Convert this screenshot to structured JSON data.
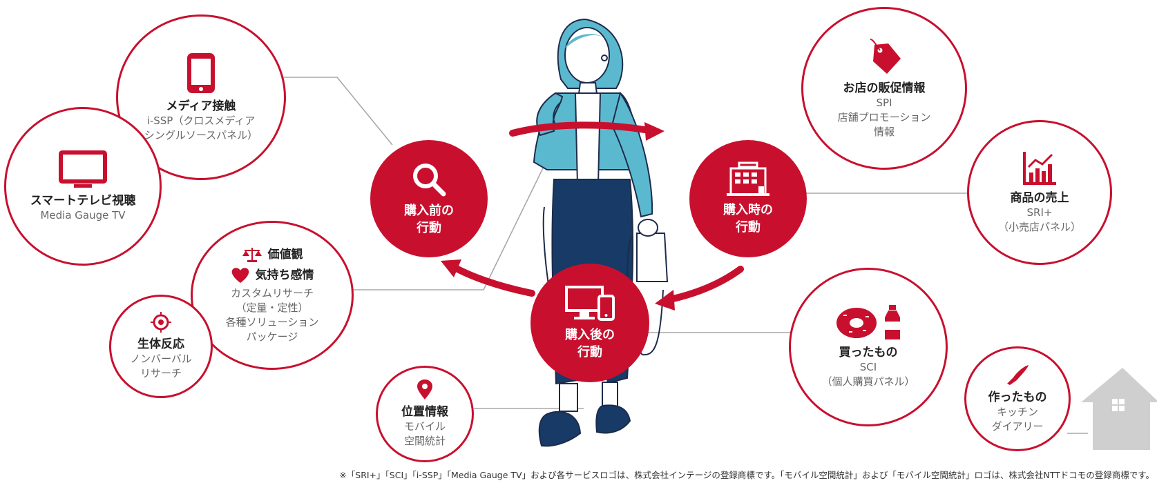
{
  "colors": {
    "accent": "#c8102e",
    "line": "#a8a8a8",
    "house": "#cfcfcf",
    "figure_hair": "#5bb9cf",
    "figure_pants": "#173a66"
  },
  "hubs": {
    "pre": {
      "label1": "購入前の",
      "label2": "行動",
      "icon": "search-icon"
    },
    "during": {
      "label1": "購入時の",
      "label2": "行動",
      "icon": "building-icon"
    },
    "post": {
      "label1": "購入後の",
      "label2": "行動",
      "icon": "devices-icon"
    }
  },
  "nodes": {
    "media": {
      "title": "メディア接触",
      "line1": "i-SSP（クロスメディア",
      "line2": "シングルソースパネル）",
      "icon": "smartphone-icon"
    },
    "tv": {
      "title": "スマートテレビ視聴",
      "line1": "Media Gauge TV",
      "icon": "tv-icon"
    },
    "values": {
      "title1": "価値観",
      "title2": "気持ち感情",
      "line1": "カスタムリサーチ",
      "line2": "（定量・定性）",
      "line3": "各種ソリューション",
      "line4": "パッケージ",
      "icon1": "scales-icon",
      "icon2": "heart-icon"
    },
    "bio": {
      "title": "生体反応",
      "line1": "ノンバーバル",
      "line2": "リサーチ",
      "icon": "target-icon"
    },
    "location": {
      "title": "位置情報",
      "line1": "モバイル",
      "line2": "空間統計",
      "icon": "location-pin-icon"
    },
    "store": {
      "title": "お店の販促情報",
      "line1": "SPI",
      "line2": "店舗プロモーション",
      "line3": "情報",
      "icon": "price-tag-icon"
    },
    "sales": {
      "title": "商品の売上",
      "line1": "SRI+",
      "line2": "（小売店パネル）",
      "icon": "bar-chart-icon"
    },
    "bought": {
      "title": "買ったもの",
      "line1": "SCI",
      "line2": "（個人購買パネル）",
      "icon1": "donut-icon",
      "icon2": "bottle-icon"
    },
    "made": {
      "title": "作ったもの",
      "line1": "キッチン",
      "line2": "ダイアリー",
      "icon": "knife-icon"
    }
  },
  "footnote": "※「SRI+」「SCI」「i-SSP」「Media Gauge TV」および各サービスロゴは、株式会社インテージの登録商標です。「モバイル空間統計」および「モバイル空間統計」ロゴは、株式会社NTTドコモの登録商標です。"
}
